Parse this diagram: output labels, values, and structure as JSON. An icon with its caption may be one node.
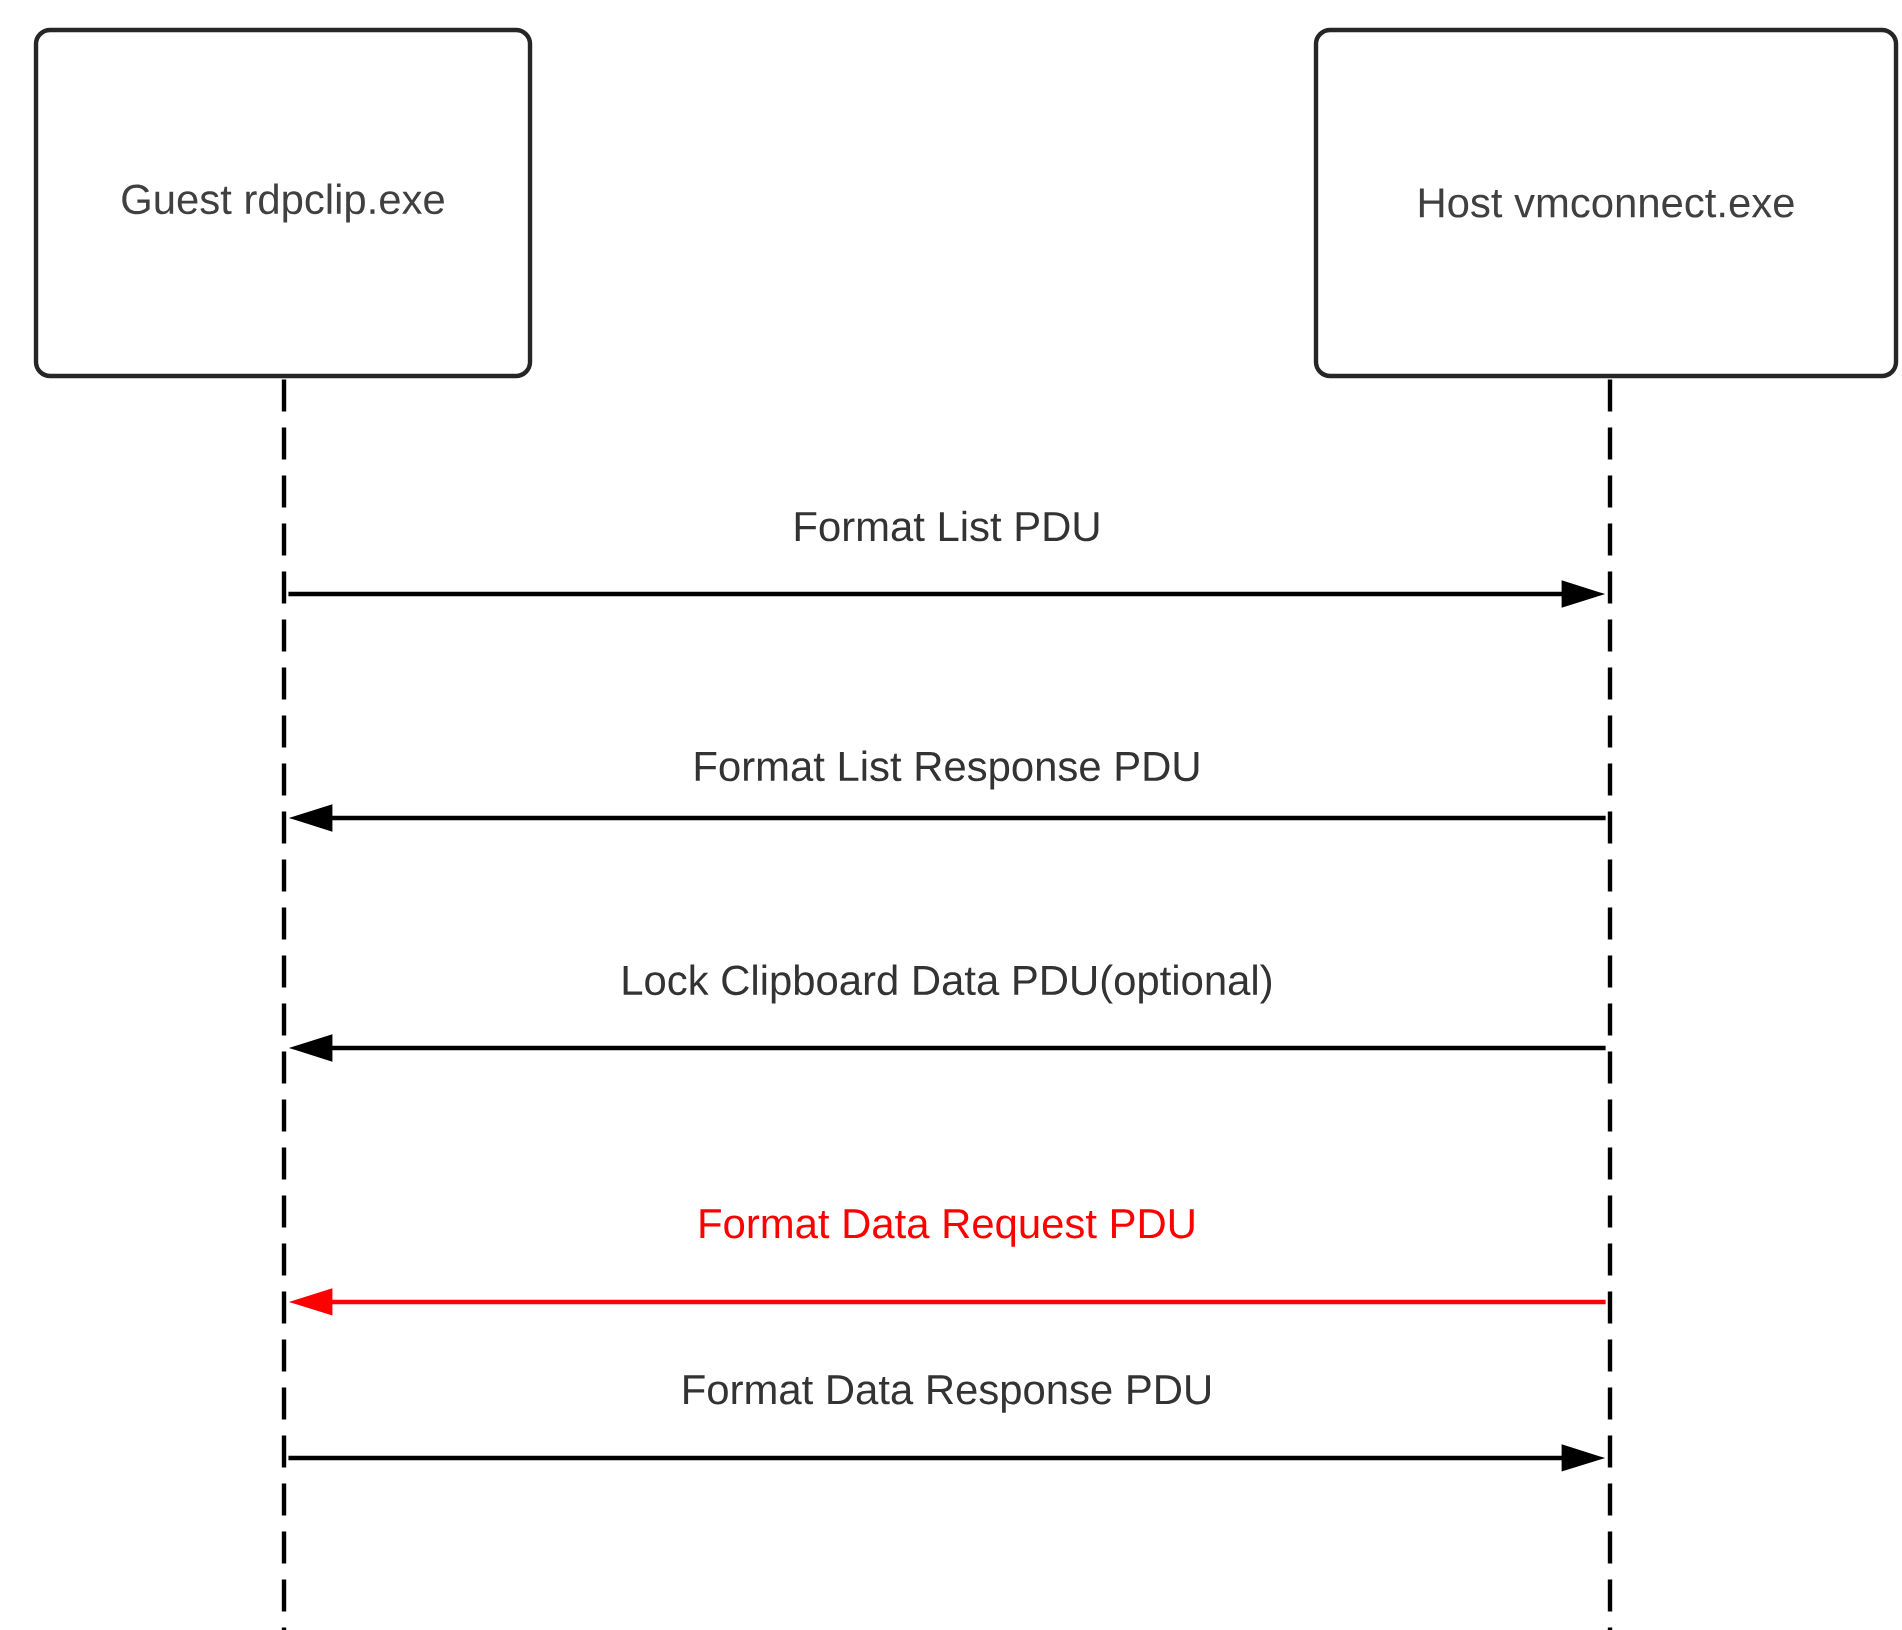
{
  "diagram": {
    "nodes": [
      {
        "text": [
          "Guest rdpclip.exe"
        ]
      },
      {
        "text": [
          "Host vmconnect.exe"
        ]
      },
      {
        "text": [],
        "shape": "line"
      },
      {
        "text": [],
        "shape": "line"
      }
    ],
    "edges": [
      {
        "from": 2,
        "to": 3,
        "arrow": "to",
        "label": "Format List PDU"
      },
      {
        "from": 3,
        "to": 2,
        "arrow": "to",
        "label": "Format List Response PDU"
      },
      {
        "from": 3,
        "to": 2,
        "arrow": "to",
        "label": "Lock Clipboard Data PDU(optional)"
      },
      {
        "from": 3,
        "to": 2,
        "arrow": "to",
        "label": "Format Data Request PDU",
        "color": "#ff0000"
      },
      {
        "from": 2,
        "to": 3,
        "arrow": "to",
        "label": "Format Data Response PDU"
      }
    ]
  }
}
